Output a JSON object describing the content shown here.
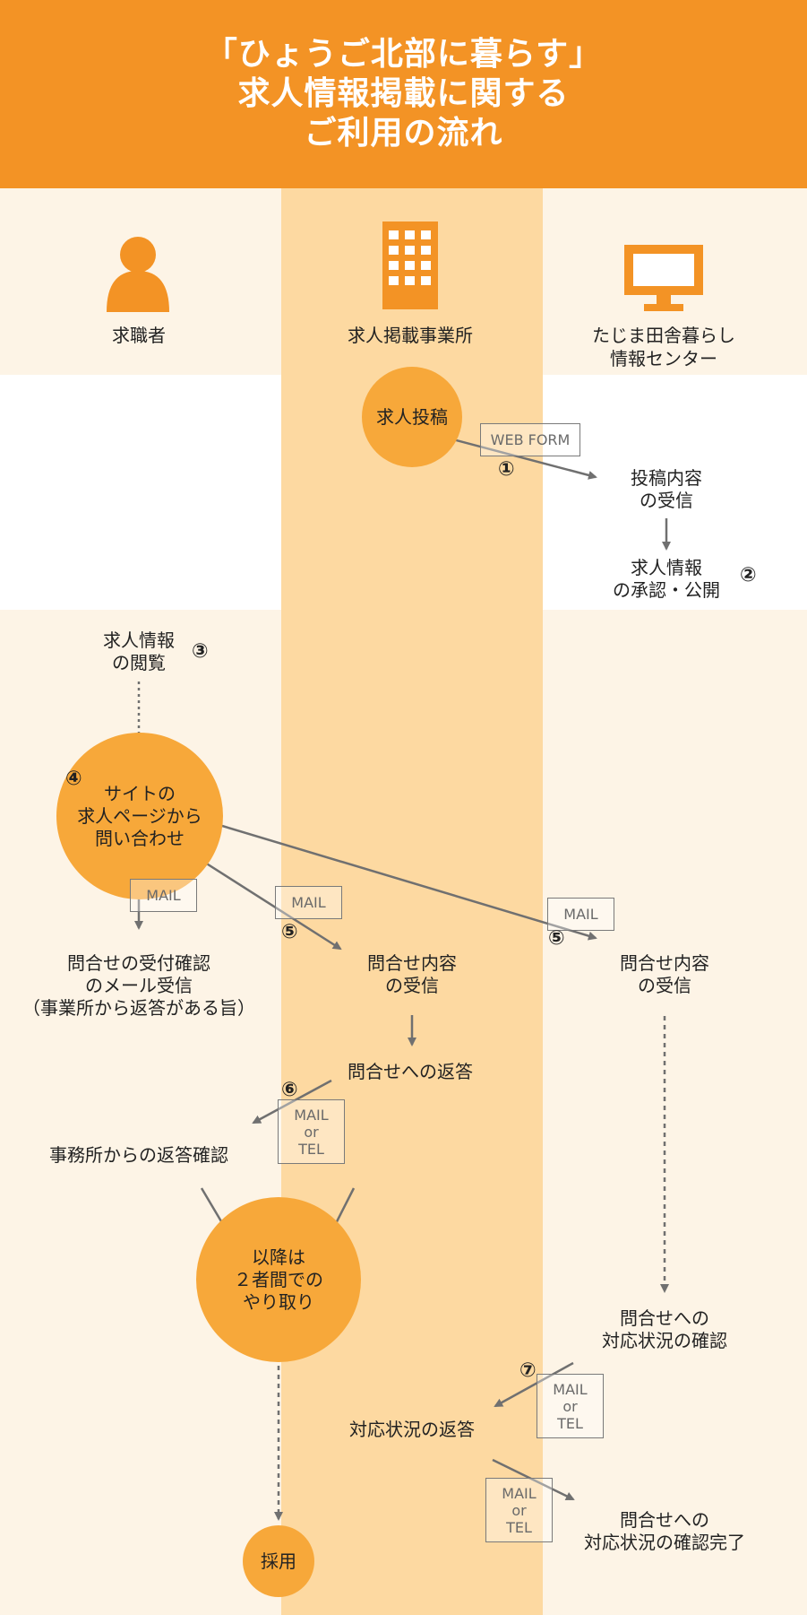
{
  "header": {
    "title_lines": [
      "「ひょうご北部に暮らす」",
      "求人情報掲載に関する",
      "ご利用の流れ"
    ]
  },
  "lanes": {
    "job_seeker": "求職者",
    "employer": "求人掲載事業所",
    "center_line1": "たじま田舎暮らし",
    "center_line2": "情報センター"
  },
  "icons": {
    "job_seeker": "person-icon",
    "employer": "building-icon",
    "center": "monitor-icon"
  },
  "colors": {
    "header": "#f39325",
    "circle": "#f7a83a",
    "center_column": "#fdd9a1",
    "side_band": "#fdf4e6",
    "arrow": "#707070"
  },
  "nodes": {
    "post_job": "求人投稿",
    "receive_post": [
      "投稿内容",
      "の受信"
    ],
    "approve_publish": [
      "求人情報",
      "の承認・公開"
    ],
    "browse": [
      "求人情報",
      "の閲覧"
    ],
    "inquire": [
      "サイトの",
      "求人ページから",
      "問い合わせ"
    ],
    "confirm_receipt": [
      "問合せの受付確認",
      "のメール受信",
      "（事業所から返答がある旨）"
    ],
    "employer_receive": [
      "問合せ内容",
      "の受信"
    ],
    "center_receive": [
      "問合せ内容",
      "の受信"
    ],
    "reply": "問合せへの返答",
    "confirm_reply": "事務所からの返答確認",
    "direct_contact": [
      "以降は",
      "２者間での",
      "やり取り"
    ],
    "check_status": [
      "問合せへの",
      "対応状況の確認"
    ],
    "status_reply": "対応状況の返答",
    "status_complete": [
      "問合せへの",
      "対応状況の確認完了"
    ],
    "hired": "採用"
  },
  "labels": {
    "web_form": "WEB FORM",
    "mail": "MAIL",
    "or": "or",
    "tel": "TEL"
  },
  "steps": {
    "s1": "①",
    "s2": "②",
    "s3": "③",
    "s4": "④",
    "s5": "⑤",
    "s6": "⑥",
    "s7": "⑦"
  }
}
